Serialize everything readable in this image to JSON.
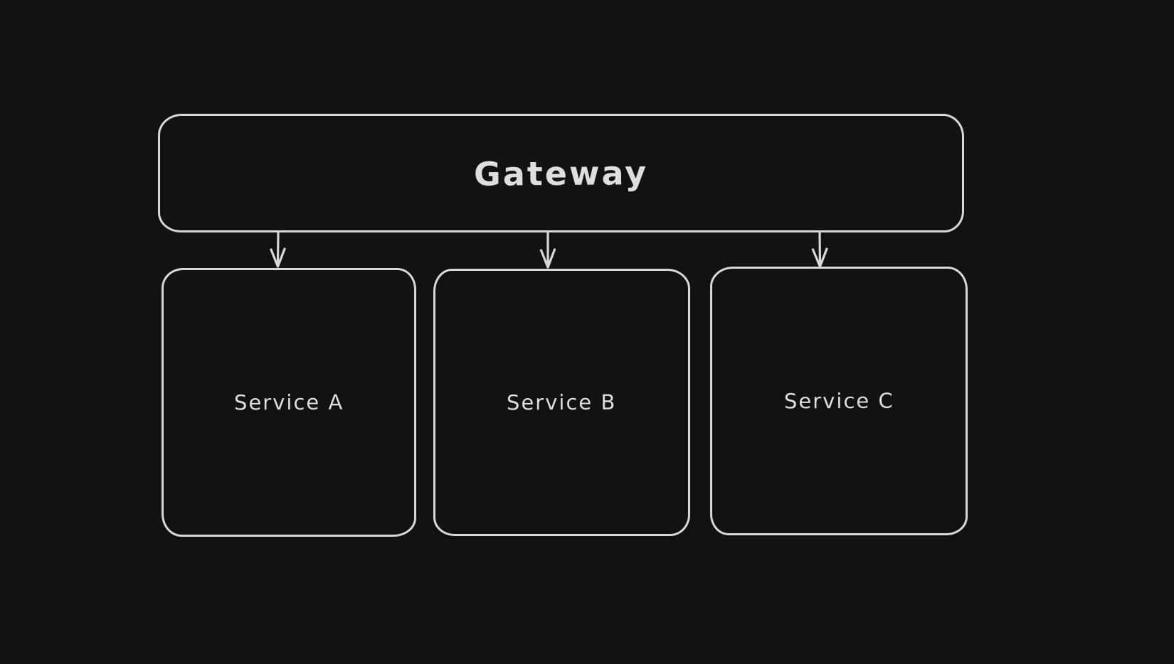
{
  "canvas": {
    "background_color": "#121212",
    "stroke_color": "#d8d8d8",
    "text_color": "#dedede"
  },
  "diagram": {
    "type": "architecture-diagram",
    "nodes": {
      "gateway": {
        "label": "Gateway"
      },
      "service_a": {
        "label": "Service A"
      },
      "service_b": {
        "label": "Service B"
      },
      "service_c": {
        "label": "Service C"
      }
    },
    "edges": [
      {
        "from": "gateway",
        "to": "service_a",
        "direction": "down"
      },
      {
        "from": "gateway",
        "to": "service_b",
        "direction": "down"
      },
      {
        "from": "gateway",
        "to": "service_c",
        "direction": "down"
      }
    ]
  }
}
